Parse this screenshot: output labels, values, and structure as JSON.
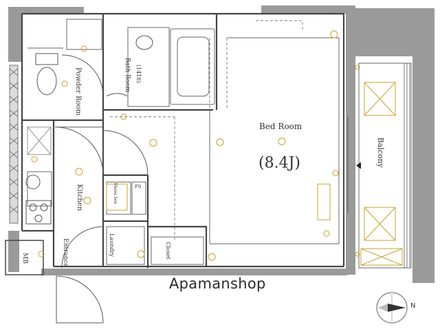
{
  "rooms": {
    "bedroom": "Bed Room",
    "bedroom_size": "(8.4J)",
    "bathroom": "Bath Room",
    "bathroom_size": "(1418)",
    "powder_room": "Powder Room",
    "kitchen": "Kitchen",
    "balcony": "Balcony",
    "entrance": "Entrance",
    "laundry": "Laundry",
    "closet": "Closet",
    "shoes_box": "Shoes box",
    "ps": "PS",
    "mb": "MB"
  },
  "watermark": "Apamanshop",
  "compass": {
    "label": "N"
  },
  "colors": {
    "wall": "#9a9a9a",
    "line": "#444444",
    "fixture": "#c9a227"
  }
}
